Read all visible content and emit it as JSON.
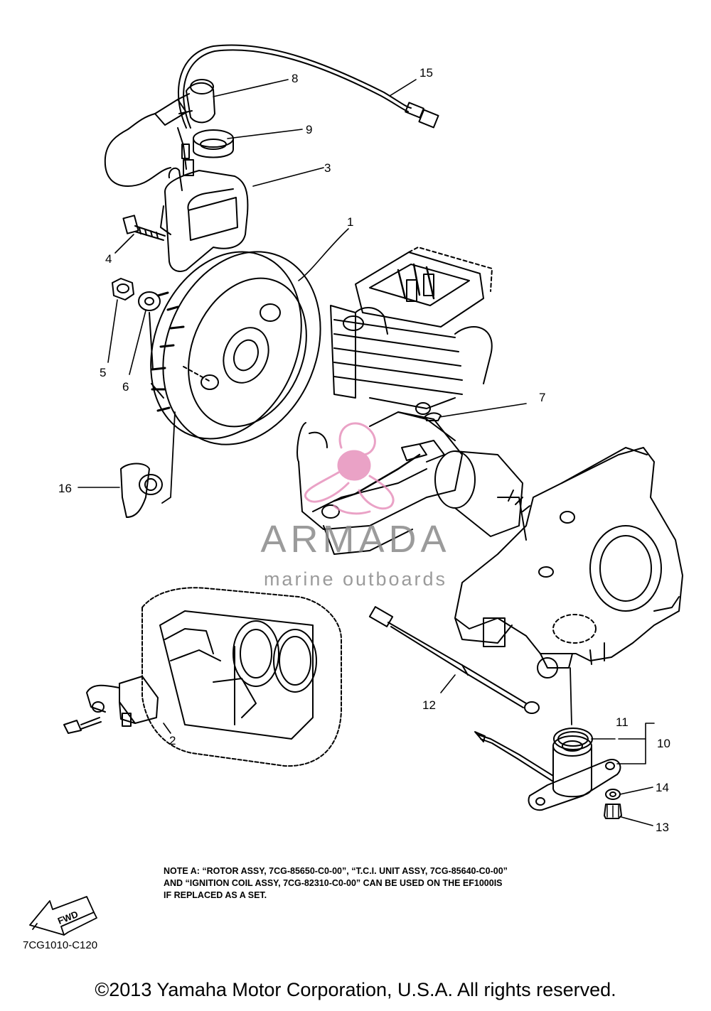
{
  "callouts": {
    "c1": "1",
    "c2": "2",
    "c3": "3",
    "c4": "4",
    "c5": "5",
    "c6": "6",
    "c7": "7",
    "c8": "8",
    "c9": "9",
    "c10": "10",
    "c11": "11",
    "c12": "12",
    "c13": "13",
    "c14": "14",
    "c15": "15",
    "c16": "16"
  },
  "note": {
    "line1": "NOTE A: “ROTOR ASSY, 7CG-85650-C0-00”, “T.C.I. UNIT ASSY, 7CG-85640-C0-00”",
    "line2": "AND “IGNITION COIL ASSY, 7CG-82310-C0-00” CAN BE USED ON THE EF1000IS",
    "line3": "IF REPLACED AS A SET."
  },
  "fwd_label": "FWD",
  "diagram_code": "7CG1010-C120",
  "copyright": "©2013 Yamaha Motor Corporation, U.S.A. All rights reserved.",
  "watermark": {
    "brand": "ARMADA",
    "subtitle": "marine outboards",
    "colors": {
      "logo_pink": "#e58bb8",
      "text_gray": "#8a8a8a"
    }
  }
}
